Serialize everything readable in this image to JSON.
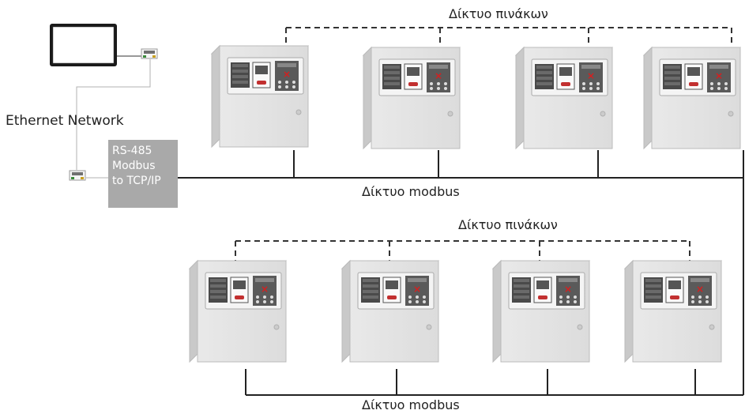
{
  "labels": {
    "panel_network_top": "Δίκτυο πινάκων",
    "panel_network_bottom": "Δίκτυο πινάκων",
    "modbus_top": "Δίκτυο modbus",
    "modbus_bottom": "Δίκτυο modbus",
    "ethernet": "Ethernet Network"
  },
  "gateway": {
    "line1": "RS-485",
    "line2": "Modbus",
    "line3": "to TCP/IP"
  },
  "colors": {
    "line": "#222222",
    "dashed": "#333333",
    "ethernet_cable": "#b0b0b0",
    "gateway_fill": "#a9a9a9",
    "panel_body": "#e6e6e6",
    "alarm_x": "#d42020"
  }
}
